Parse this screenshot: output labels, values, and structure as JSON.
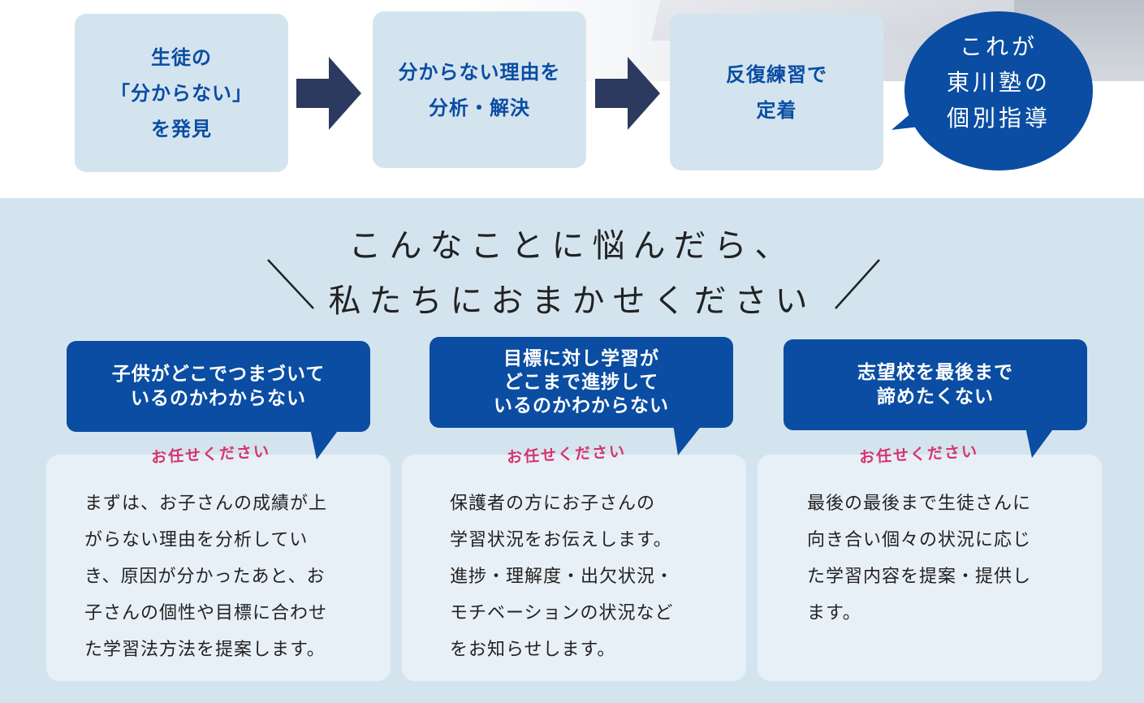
{
  "flow": {
    "steps": [
      {
        "label": "生徒の\n「分からない」\nを発見"
      },
      {
        "label": "分からない理由を\n分析・解決"
      },
      {
        "label": "反復練習で\n定着"
      }
    ],
    "badge": {
      "text": "これが\n東川塾の\n個別指導"
    }
  },
  "headline": {
    "line1": "こんなことに悩んだら、",
    "line2": "私たちにおまかせください"
  },
  "cards": [
    {
      "worry": "子供がどこでつまづいて\nいるのかわからない",
      "answer_label": "お任せください",
      "body": "まずは、お子さんの成績が上\nがらない理由を分析してい\nき、原因が分かったあと、お\n子さんの個性や目標に合わせ\nた学習法方法を提案します。"
    },
    {
      "worry": "目標に対し学習が\nどこまで進捗して\nいるのかわからない",
      "answer_label": "お任せください",
      "body": "保護者の方にお子さんの\n学習状況をお伝えします。\n進捗・理解度・出欠状況・\nモチベーションの状況など\nをお知らせします。"
    },
    {
      "worry": "志望校を最後まで\n諦めたくない",
      "answer_label": "お任せください",
      "body": "最後の最後まで生徒さんに\n向き合い個々の状況に応じ\nた学習内容を提案・提供し\nます。"
    }
  ],
  "colors": {
    "primary_blue": "#0a4da2",
    "navy_arrow": "#2b3a5e",
    "light_blue_bg": "#d4e4ef",
    "card_bg": "#e8f0f7",
    "accent_pink": "#d6336c"
  }
}
